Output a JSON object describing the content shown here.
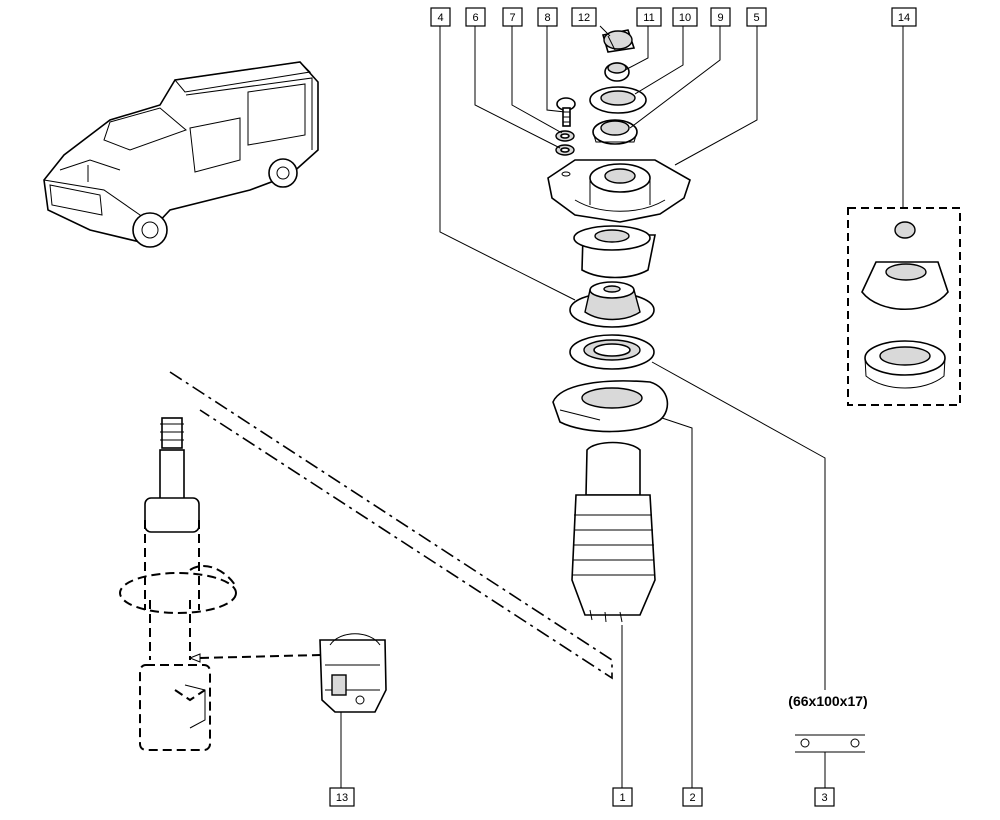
{
  "callouts": [
    {
      "id": "c1",
      "label": "1"
    },
    {
      "id": "c2",
      "label": "2"
    },
    {
      "id": "c3",
      "label": "3"
    },
    {
      "id": "c4",
      "label": "4"
    },
    {
      "id": "c5",
      "label": "5"
    },
    {
      "id": "c6",
      "label": "6"
    },
    {
      "id": "c7",
      "label": "7"
    },
    {
      "id": "c8",
      "label": "8"
    },
    {
      "id": "c9",
      "label": "9"
    },
    {
      "id": "c10",
      "label": "10"
    },
    {
      "id": "c11",
      "label": "11"
    },
    {
      "id": "c12",
      "label": "12"
    },
    {
      "id": "c13",
      "label": "13"
    },
    {
      "id": "c14",
      "label": "14"
    }
  ],
  "bearing_dimension": "(66x100x17)"
}
